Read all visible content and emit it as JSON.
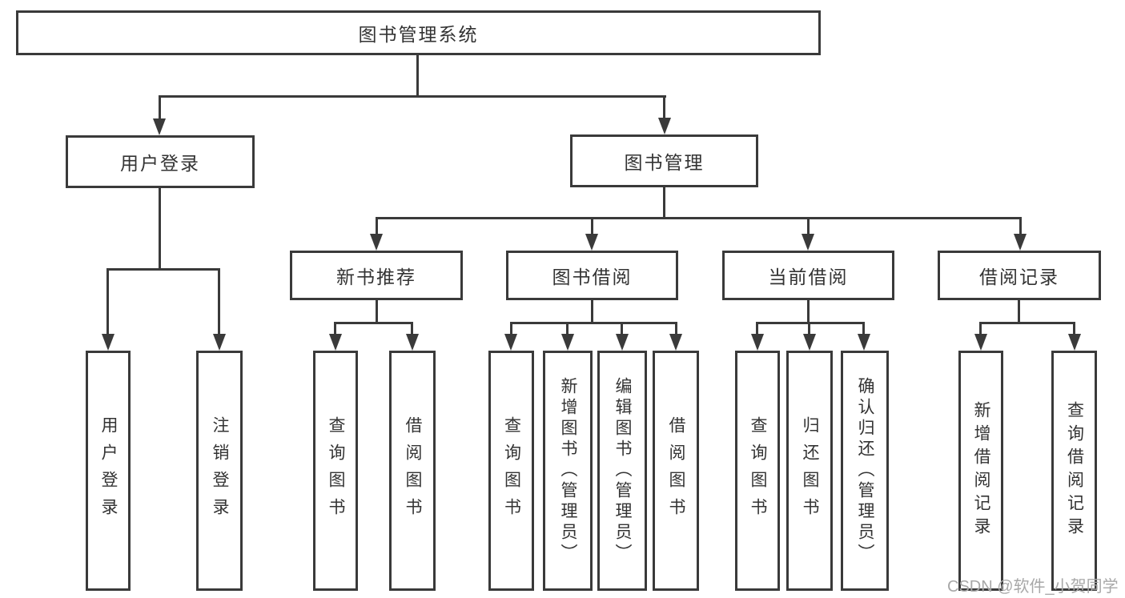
{
  "diagram": {
    "type": "functional-structure-tree",
    "colors": {
      "line": "#3a3a3a",
      "text": "#333333",
      "background": "#ffffff",
      "watermark": "#a8a8a8"
    }
  },
  "tree": {
    "label": "图书管理系统",
    "children": [
      {
        "label": "用户登录",
        "children": [
          {
            "label": "用户登录"
          },
          {
            "label": "注销登录"
          }
        ]
      },
      {
        "label": "图书管理",
        "children": [
          {
            "label": "新书推荐",
            "children": [
              {
                "label": "查询图书"
              },
              {
                "label": "借阅图书"
              }
            ]
          },
          {
            "label": "图书借阅",
            "children": [
              {
                "label": "查询图书"
              },
              {
                "label": "新增图书（管理员）"
              },
              {
                "label": "编辑图书（管理员）"
              },
              {
                "label": "借阅图书"
              }
            ]
          },
          {
            "label": "当前借阅",
            "children": [
              {
                "label": "查询图书"
              },
              {
                "label": "归还图书"
              },
              {
                "label": "确认归还（管理员）"
              }
            ]
          },
          {
            "label": "借阅记录",
            "children": [
              {
                "label": "新增借阅记录"
              },
              {
                "label": "查询借阅记录"
              }
            ]
          }
        ]
      }
    ]
  },
  "watermark": {
    "text": "CSDN @软件_小贺同学"
  }
}
